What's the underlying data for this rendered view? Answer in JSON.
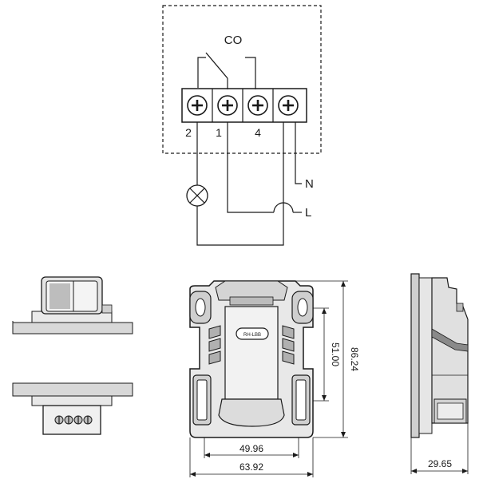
{
  "wiring": {
    "contact_label": "CO",
    "terminal_numbers": [
      "2",
      "1",
      "4"
    ],
    "neutral_label": "N",
    "line_label": "L"
  },
  "dimensions": {
    "inner_width": "49.96",
    "overall_width": "63.92",
    "inner_height": "51.00",
    "overall_height": "86.24",
    "depth": "29.65"
  },
  "device_marking": "RH-LBB"
}
